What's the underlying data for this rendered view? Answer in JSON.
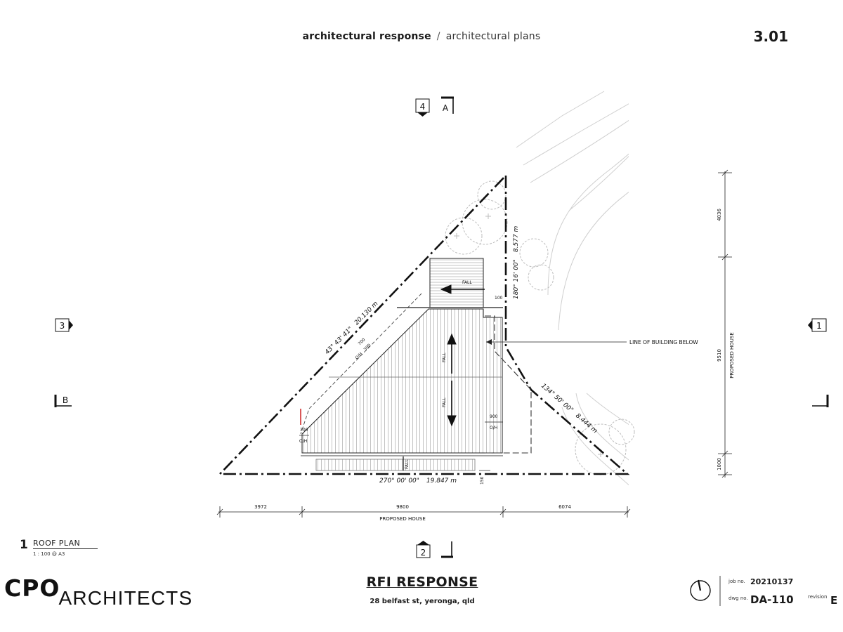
{
  "header": {
    "section": "architectural response",
    "separator": "/",
    "subsection": "architectural plans",
    "sheet_number": "3.01"
  },
  "plan": {
    "markers": {
      "elev_top": "4",
      "section_top": "A",
      "elev_left": "3",
      "section_left": "B",
      "elev_right": "1",
      "elev_bottom": "2"
    },
    "labels": {
      "fall": "FALL",
      "oh": "O/H",
      "line_of_building_below": "LINE OF BUILDING BELOW",
      "proposed_house": "PROPOSED HOUSE"
    },
    "boundary": {
      "nw_bearing": "43° 43' 41\"",
      "nw_length": "20.130 m",
      "east_bearing": "180° 16' 00\"",
      "east_length": "8.577 m",
      "se_bearing": "134° 50' 00\"",
      "se_length": "8.444 m",
      "south_bearing": "270° 00' 00\"",
      "south_length": "19.847 m"
    },
    "dims": {
      "d700": "700",
      "d300a": "300",
      "d100": "100",
      "d900": "900",
      "d300b": "300",
      "d150": "150",
      "bottom": [
        "3972",
        "9800",
        "6074"
      ],
      "right": [
        "4036",
        "9510",
        "1000"
      ]
    }
  },
  "roof_plan": {
    "number": "1",
    "title": "ROOF PLAN",
    "scale": "1 : 100 @ A3"
  },
  "title_block": {
    "logo_bold": "CPO",
    "logo_light": "ARCHITECTS",
    "project_title": "RFI RESPONSE",
    "address": "28 belfast st, yeronga, qld",
    "job_label": "job no.",
    "job_no": "20210137",
    "dwg_label": "dwg no.",
    "dwg_no": "DA-110",
    "revision_label": "revision",
    "revision": "E"
  }
}
